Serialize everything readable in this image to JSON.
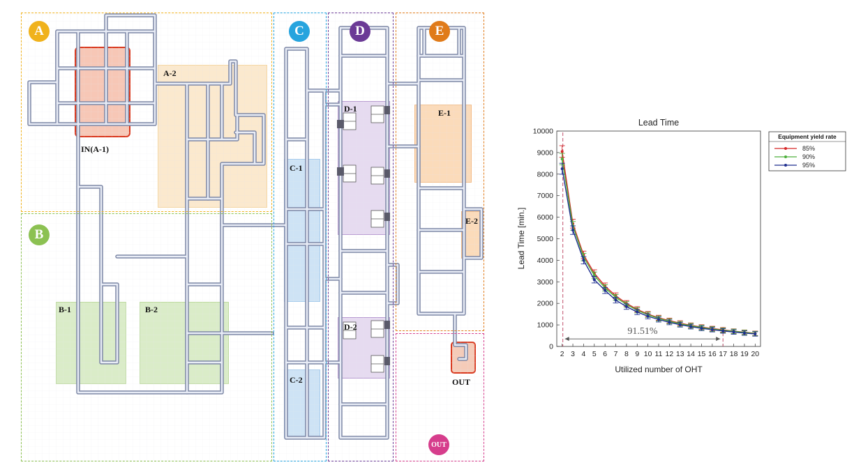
{
  "layout": {
    "zones": [
      {
        "key": "A",
        "label": "A",
        "color": "#f0b21c"
      },
      {
        "key": "B",
        "label": "B",
        "color": "#8cc152"
      },
      {
        "key": "C",
        "label": "C",
        "color": "#26a4de"
      },
      {
        "key": "D",
        "label": "D",
        "color": "#6b3a96"
      },
      {
        "key": "E",
        "label": "E",
        "color": "#e07b1a"
      },
      {
        "key": "OUT",
        "label": "OUT",
        "color": "#d63d8c"
      }
    ],
    "areas": {
      "in_a1": "IN(A-1)",
      "a2": "A-2",
      "b1": "B-1",
      "b2": "B-2",
      "c1": "C-1",
      "c2": "C-2",
      "d1": "D-1",
      "d2": "D-2",
      "e1": "E-1",
      "e2": "E-2",
      "out": "OUT"
    },
    "area_colors": {
      "in": "#f08a72",
      "a2": "#f9ddb0",
      "b": "#cfe5b8",
      "c": "#bcd8f0",
      "d": "#ddcfea",
      "e": "#f8cfa4",
      "out_stroke": "#d9381e"
    }
  },
  "chart_data": {
    "type": "line",
    "title": "Lead Time",
    "xlabel": "Utilized number of OHT",
    "ylabel": "Lead Time [min.]",
    "xlim": [
      1.5,
      20.5
    ],
    "ylim": [
      0,
      10000
    ],
    "x": [
      2,
      3,
      4,
      5,
      6,
      7,
      8,
      9,
      10,
      11,
      12,
      13,
      14,
      15,
      16,
      17,
      18,
      19,
      20
    ],
    "xticks": [
      "2",
      "3",
      "4",
      "5",
      "6",
      "7",
      "8",
      "9",
      "10",
      "11",
      "12",
      "13",
      "14",
      "15",
      "16",
      "17",
      "18",
      "19",
      "20"
    ],
    "yticks": [
      "0",
      "1000",
      "2000",
      "3000",
      "4000",
      "5000",
      "6000",
      "7000",
      "8000",
      "9000",
      "10000"
    ],
    "legend_title": "Equipment yield rate",
    "legend_position": "top-right outside",
    "series": [
      {
        "name": "85%",
        "color": "#d62728",
        "values": [
          9050,
          5700,
          4250,
          3400,
          2800,
          2350,
          2000,
          1720,
          1500,
          1330,
          1200,
          1080,
          980,
          900,
          830,
          770,
          710,
          660,
          610
        ]
      },
      {
        "name": "90%",
        "color": "#4caf3a",
        "values": [
          8700,
          5600,
          4150,
          3300,
          2720,
          2280,
          1950,
          1680,
          1470,
          1300,
          1170,
          1050,
          960,
          880,
          810,
          750,
          700,
          650,
          600
        ]
      },
      {
        "name": "95%",
        "color": "#1f2f8f",
        "values": [
          8250,
          5400,
          4000,
          3100,
          2600,
          2150,
          1850,
          1600,
          1400,
          1250,
          1120,
          1010,
          920,
          840,
          780,
          720,
          670,
          620,
          580
        ]
      }
    ],
    "annotation": {
      "text": "91.51%",
      "from_x": 2,
      "to_x": 17,
      "y": 350
    }
  }
}
